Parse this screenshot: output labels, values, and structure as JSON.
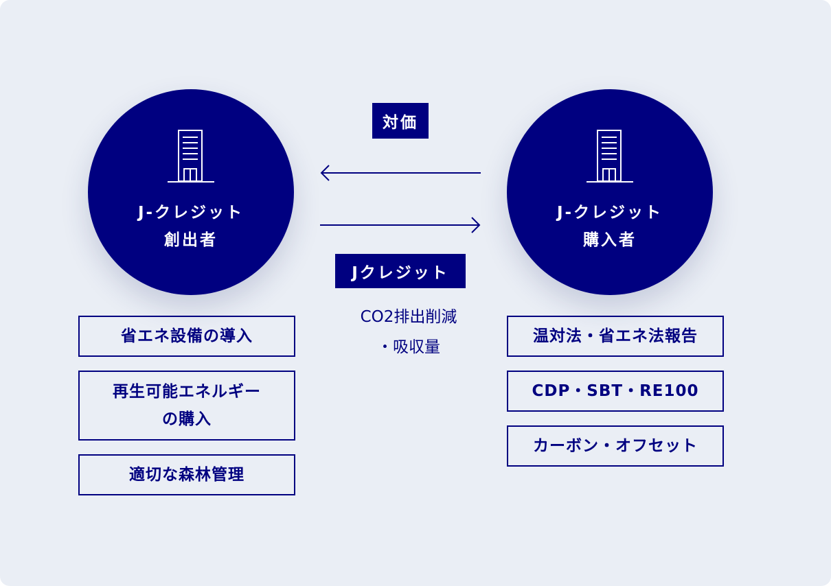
{
  "creator": {
    "title_line1": "J-クレジット",
    "title_line2": "創出者",
    "icon": "building-icon",
    "activities": [
      {
        "line1": "省エネ設備の導入",
        "line2": ""
      },
      {
        "line1": "再生可能エネルギー",
        "line2": "の購入"
      },
      {
        "line1": "適切な森林管理",
        "line2": ""
      }
    ]
  },
  "buyer": {
    "title_line1": "J-クレジット",
    "title_line2": "購入者",
    "icon": "building-icon",
    "uses": [
      "温対法・省エネ法報告",
      "CDP・SBT・RE100",
      "カーボン・オフセット"
    ]
  },
  "flow": {
    "payment_label": "対価",
    "credit_label": "Jクレジット",
    "co2_line1": "CO2排出削減",
    "co2_line2": "・吸収量"
  },
  "colors": {
    "navy": "#000080",
    "background": "#eaeef5",
    "white": "#ffffff"
  }
}
